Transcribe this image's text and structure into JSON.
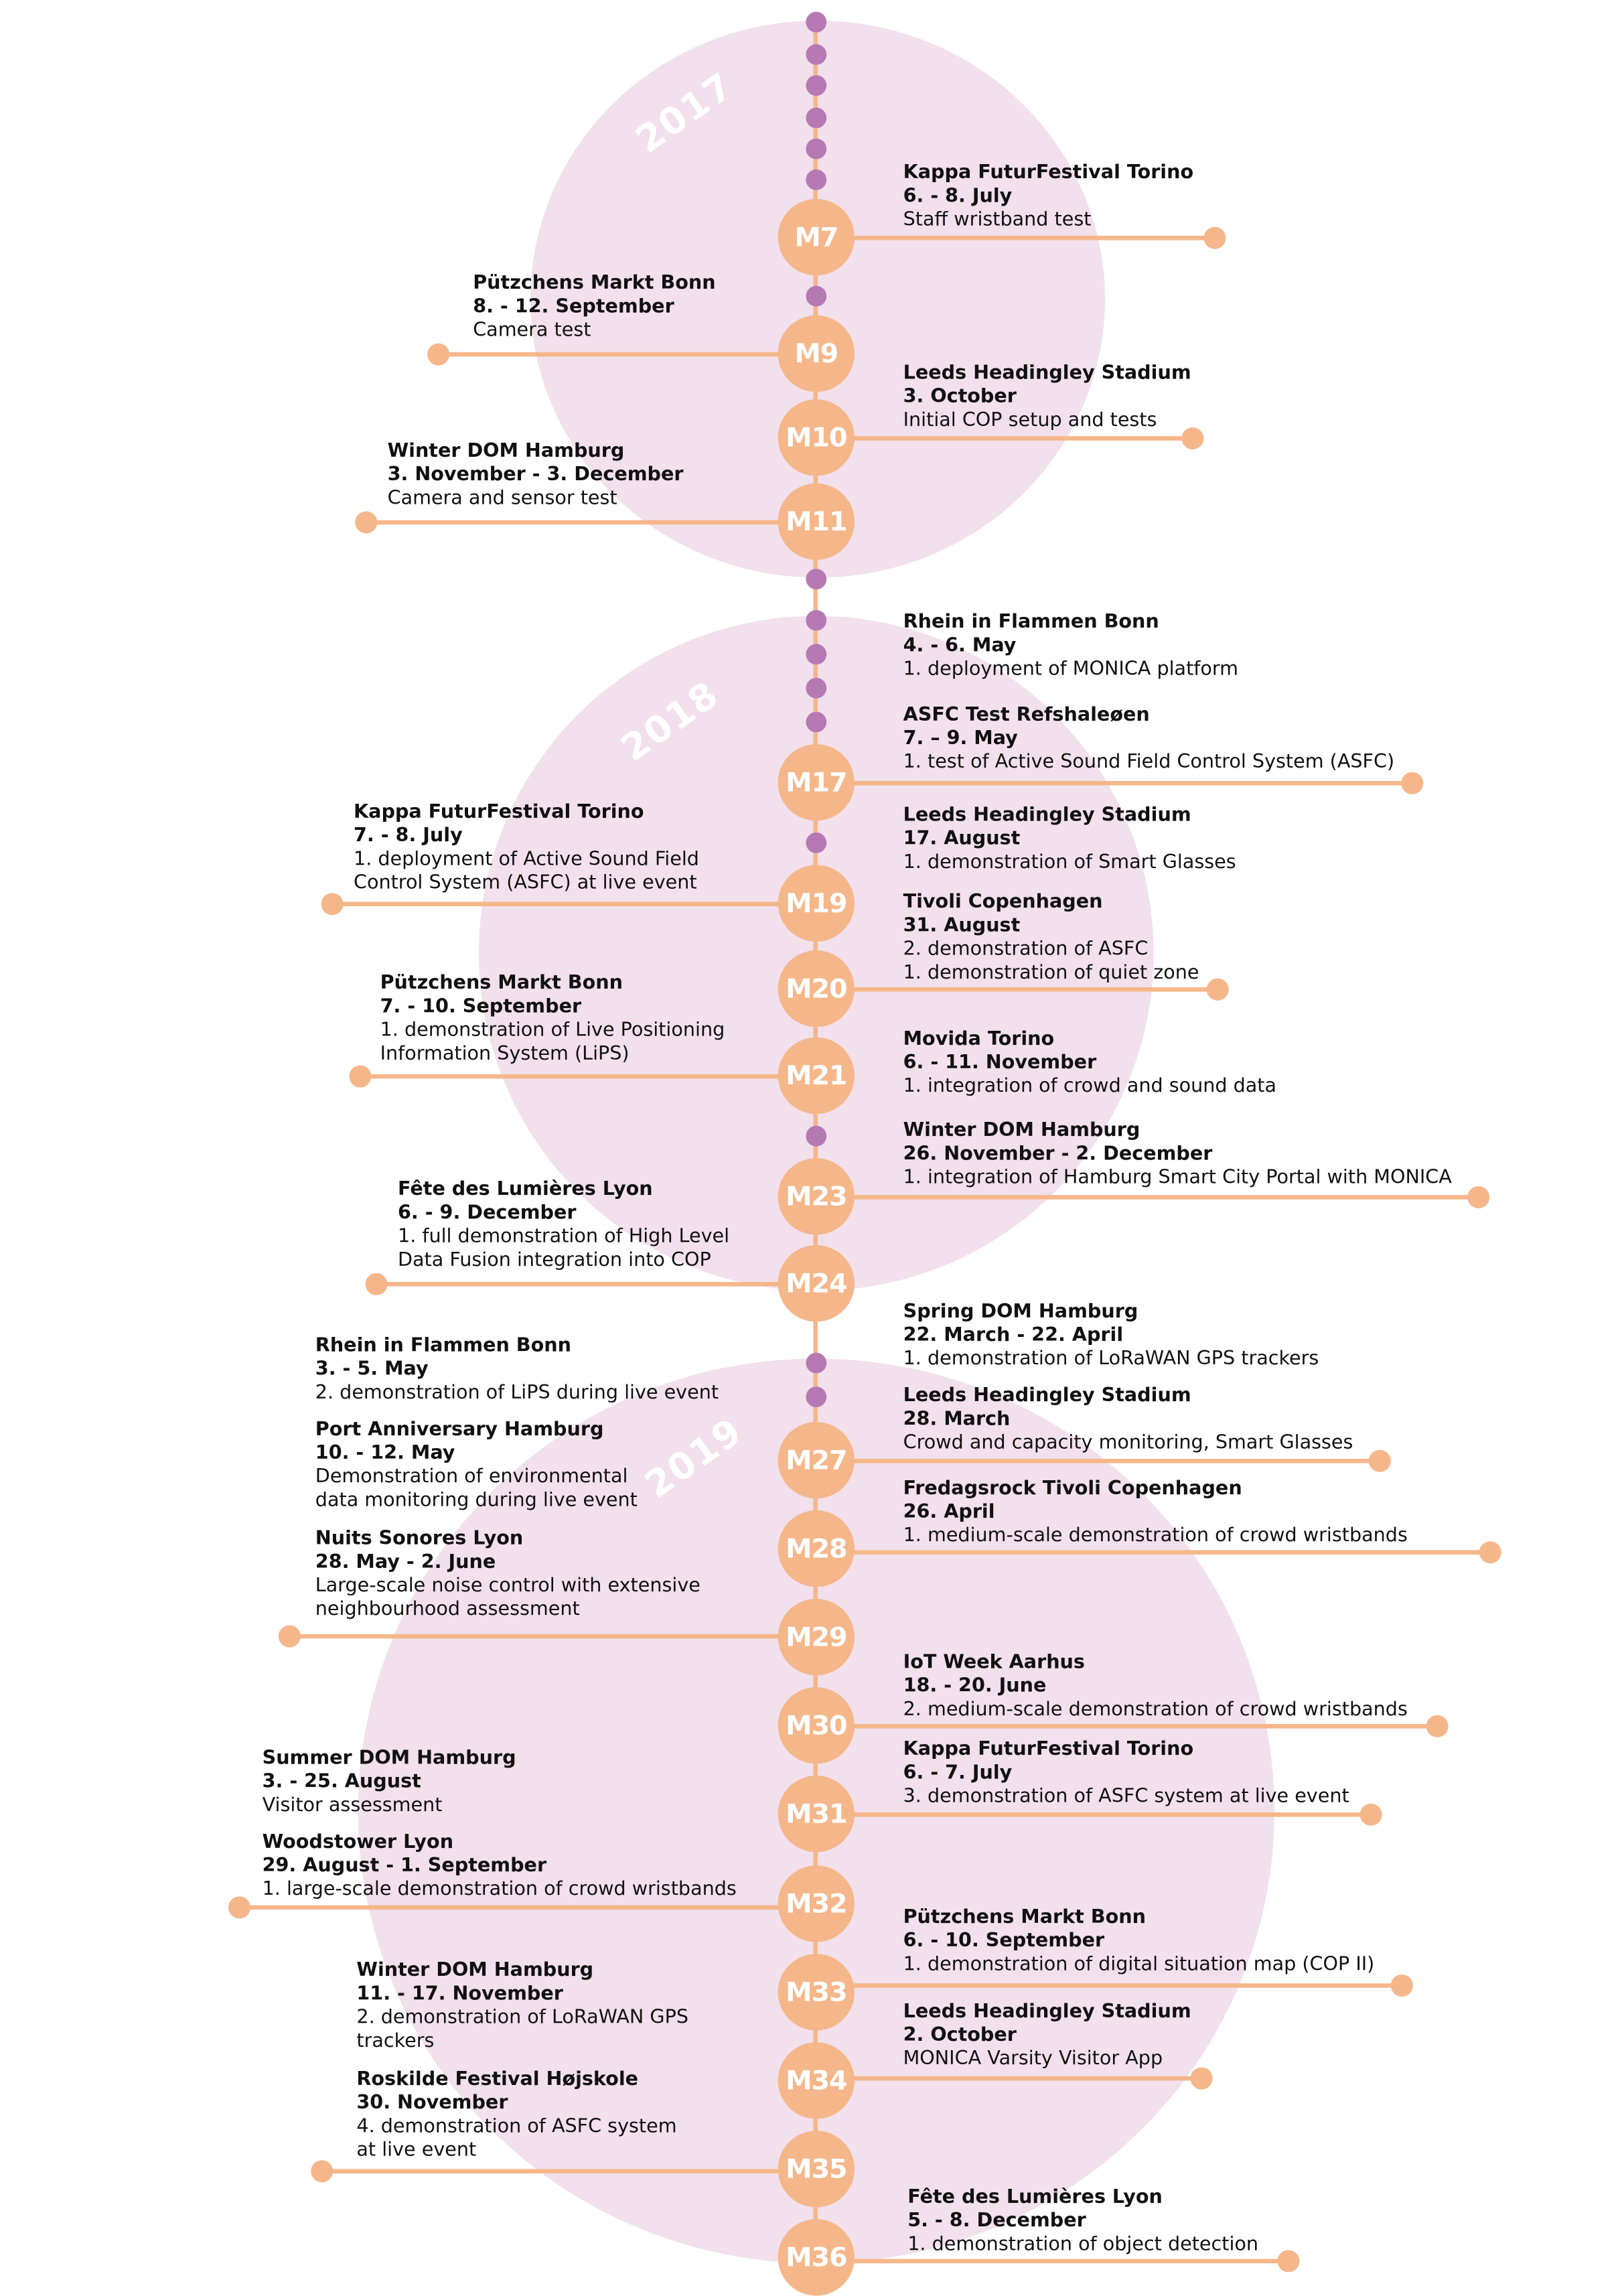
{
  "years": [
    {
      "label": "2017"
    },
    {
      "label": "2018"
    },
    {
      "label": "2019"
    }
  ],
  "milestones": [
    {
      "label": "M7"
    },
    {
      "label": "M9"
    },
    {
      "label": "M10"
    },
    {
      "label": "M11"
    },
    {
      "label": "M17"
    },
    {
      "label": "M19"
    },
    {
      "label": "M20"
    },
    {
      "label": "M21"
    },
    {
      "label": "M23"
    },
    {
      "label": "M24"
    },
    {
      "label": "M27"
    },
    {
      "label": "M28"
    },
    {
      "label": "M29"
    },
    {
      "label": "M30"
    },
    {
      "label": "M31"
    },
    {
      "label": "M32"
    },
    {
      "label": "M33"
    },
    {
      "label": "M34"
    },
    {
      "label": "M35"
    },
    {
      "label": "M36"
    }
  ],
  "events": [
    {
      "title": "Kappa FuturFestival Torino",
      "date": "6. - 8. July",
      "lines": [
        "Staff wristband test"
      ]
    },
    {
      "title": "Pützchens Markt Bonn",
      "date": "8. - 12. September",
      "lines": [
        "Camera test"
      ]
    },
    {
      "title": "Leeds Headingley Stadium",
      "date": "3. October",
      "lines": [
        "Initial COP setup and tests"
      ]
    },
    {
      "title": "Winter DOM Hamburg",
      "date": "3. November - 3. December",
      "lines": [
        "Camera and sensor test"
      ]
    },
    {
      "title": "Rhein in Flammen Bonn",
      "date": "4. - 6. May",
      "lines": [
        "1. deployment of MONICA platform"
      ]
    },
    {
      "title": "ASFC Test Refshaleøen",
      "date": "7. – 9. May",
      "lines": [
        "1. test of Active Sound Field Control System (ASFC)"
      ]
    },
    {
      "title": "Kappa FuturFestival Torino",
      "date": "7. - 8. July",
      "lines": [
        "1. deployment of Active Sound Field",
        "Control System (ASFC) at live event"
      ]
    },
    {
      "title": "Leeds Headingley Stadium",
      "date": "17. August",
      "lines": [
        "1. demonstration of Smart Glasses"
      ]
    },
    {
      "title": "Tivoli Copenhagen",
      "date": "31. August",
      "lines": [
        "2. demonstration of ASFC",
        "1. demonstration of quiet zone"
      ]
    },
    {
      "title": "Pützchens Markt Bonn",
      "date": "7. - 10. September",
      "lines": [
        "1. demonstration of Live Positioning",
        "Information System (LiPS)"
      ]
    },
    {
      "title": "Movida Torino",
      "date": "6. - 11. November",
      "lines": [
        "1. integration of crowd and sound data"
      ]
    },
    {
      "title": "Winter DOM Hamburg",
      "date": "26. November - 2. December",
      "lines": [
        "1. integration of Hamburg Smart City Portal with MONICA"
      ]
    },
    {
      "title": "Fête des Lumières Lyon",
      "date": "6. - 9. December",
      "lines": [
        "1. full demonstration of High Level",
        "Data Fusion integration into COP"
      ]
    },
    {
      "title": "Spring DOM Hamburg",
      "date": "22. March - 22. April",
      "lines": [
        "1. demonstration of LoRaWAN GPS trackers"
      ]
    },
    {
      "title": "Rhein in Flammen Bonn",
      "date": "3. - 5. May",
      "lines": [
        "2. demonstration of LiPS during live event"
      ]
    },
    {
      "title": "Leeds Headingley Stadium",
      "date": "28. March",
      "lines": [
        "Crowd and capacity monitoring, Smart Glasses"
      ]
    },
    {
      "title": "Port Anniversary Hamburg",
      "date": "10. - 12. May",
      "lines": [
        "Demonstration of environmental",
        "data monitoring during live event"
      ]
    },
    {
      "title": "Fredagsrock Tivoli Copenhagen",
      "date": "26. April",
      "lines": [
        "1. medium-scale demonstration of crowd wristbands"
      ]
    },
    {
      "title": "Nuits Sonores Lyon",
      "date": "28. May - 2. June",
      "lines": [
        "Large-scale noise control with extensive",
        "neighbourhood assessment"
      ]
    },
    {
      "title": "IoT Week Aarhus",
      "date": "18. - 20. June",
      "lines": [
        "2. medium-scale demonstration of crowd wristbands"
      ]
    },
    {
      "title": "Summer DOM Hamburg",
      "date": "3. - 25. August",
      "lines": [
        "Visitor assessment"
      ]
    },
    {
      "title": "Kappa FuturFestival Torino",
      "date": "6. - 7. July",
      "lines": [
        "3. demonstration of ASFC system at live event"
      ]
    },
    {
      "title": "Woodstower Lyon",
      "date": "29. August - 1. September",
      "lines": [
        "1. large-scale demonstration of crowd wristbands"
      ]
    },
    {
      "title": "Pützchens Markt Bonn",
      "date": "6. - 10. September",
      "lines": [
        "1. demonstration of digital situation map (COP II)"
      ]
    },
    {
      "title": "Winter DOM Hamburg",
      "date": "11. - 17. November",
      "lines": [
        "2. demonstration of LoRaWAN GPS",
        "trackers"
      ]
    },
    {
      "title": "Leeds Headingley Stadium",
      "date": "2. October",
      "lines": [
        "MONICA Varsity Visitor App"
      ]
    },
    {
      "title": "Roskilde Festival Højskole",
      "date": "30. November",
      "lines": [
        "4. demonstration of ASFC system",
        "at live event"
      ]
    },
    {
      "title": "Fête des Lumières Lyon",
      "date": "5. - 8. December",
      "lines": [
        "1. demonstration of object detection"
      ]
    }
  ],
  "colors": {
    "milestone": "#f5b78a",
    "small_dot": "#b779b3",
    "year_blob": "#f2e0ec",
    "line": "#f5b78a"
  }
}
